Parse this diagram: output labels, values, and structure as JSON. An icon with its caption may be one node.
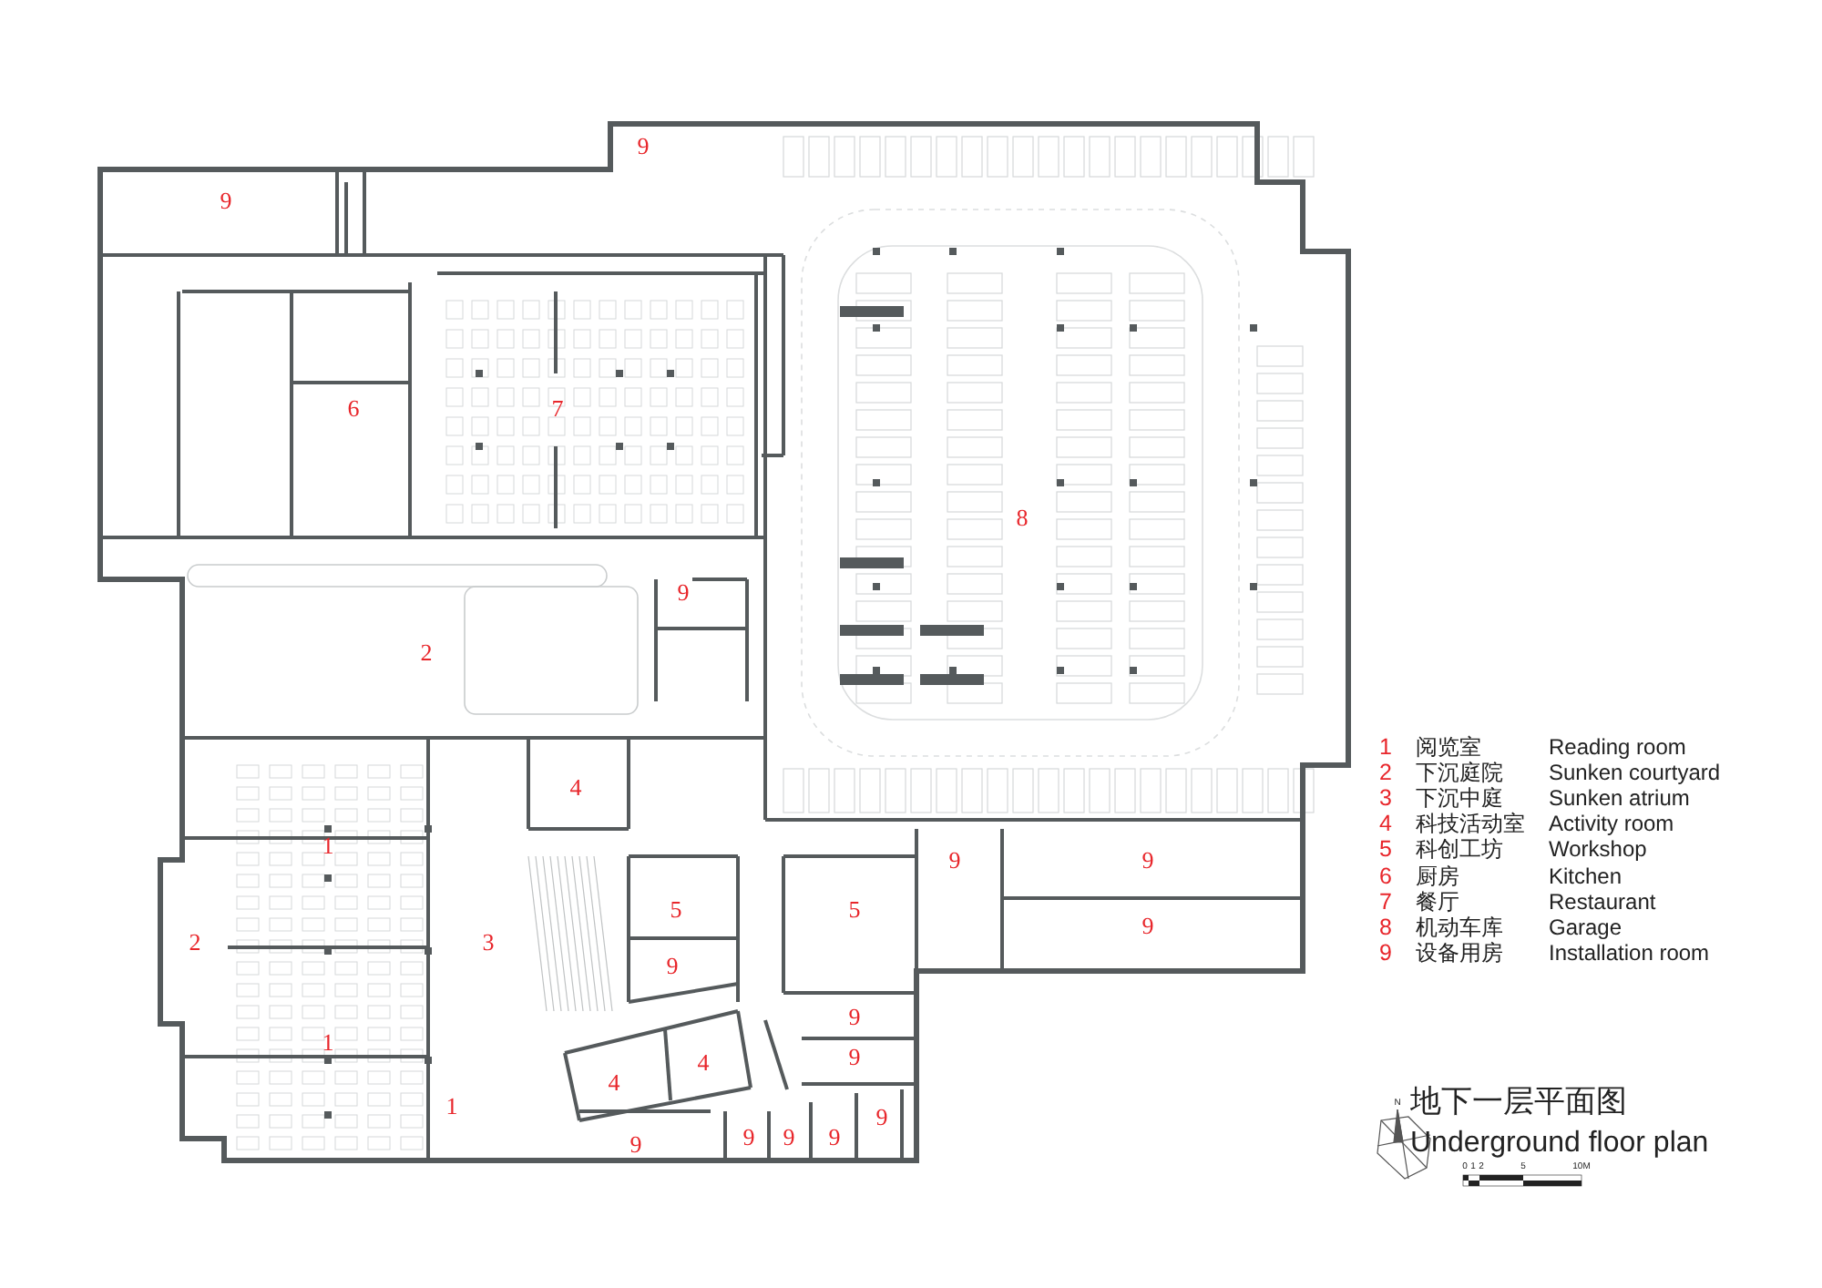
{
  "diagram": {
    "title": "地下一层平面图",
    "caption": "Underground floor plan",
    "labels": [
      "9",
      "9",
      "6",
      "7",
      "8",
      "9",
      "2",
      "4",
      "1",
      "9",
      "9",
      "5",
      "5",
      "9",
      "2",
      "3",
      "9",
      "9",
      "1",
      "4",
      "4",
      "9",
      "1",
      "9",
      "9",
      "9",
      "9",
      "9",
      "1",
      "阅览室",
      "Reading room",
      "2",
      "下沉庭院",
      "Sunken courtyard",
      "3",
      "下沉中庭",
      "Sunken atrium",
      "4",
      "科技活动室",
      "Activity room",
      "5",
      "科创工坊",
      "Workshop",
      "6",
      "厨房",
      "Kitchen",
      "7",
      "餐厅",
      "Restaurant",
      "8",
      "机动车库",
      "Garage",
      "9",
      "设备用房",
      "Installation room",
      "N",
      "0",
      "1",
      "2",
      "5",
      "10M"
    ]
  }
}
